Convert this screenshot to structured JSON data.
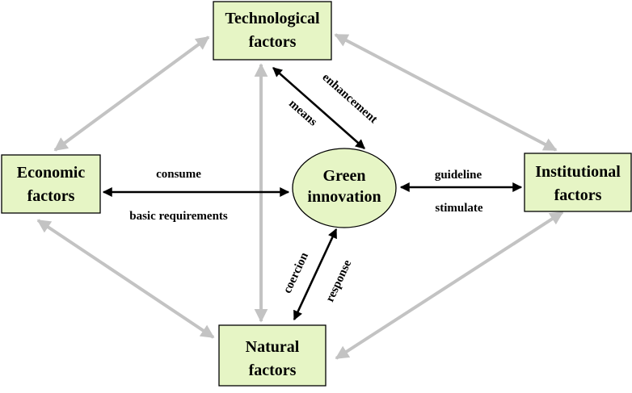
{
  "nodes": {
    "technological": {
      "line1": "Technological",
      "line2": "factors"
    },
    "economic": {
      "line1": "Economic",
      "line2": "factors"
    },
    "institutional": {
      "line1": "Institutional",
      "line2": "factors"
    },
    "natural": {
      "line1": "Natural",
      "line2": "factors"
    },
    "green": {
      "line1": "Green",
      "line2": "innovation"
    }
  },
  "edge_labels": {
    "tech_green_outer": "enhancement",
    "tech_green_inner": "means",
    "econ_green_top": "consume",
    "econ_green_bottom": "basic requirements",
    "inst_green_top": "guideline",
    "inst_green_bottom": "stimulate",
    "nat_green_left": "coercion",
    "nat_green_right": "response"
  },
  "colors": {
    "box_fill": "#e6f5c5",
    "gray_arrow": "#c3c3c3",
    "dark_arrow": "#000000"
  }
}
